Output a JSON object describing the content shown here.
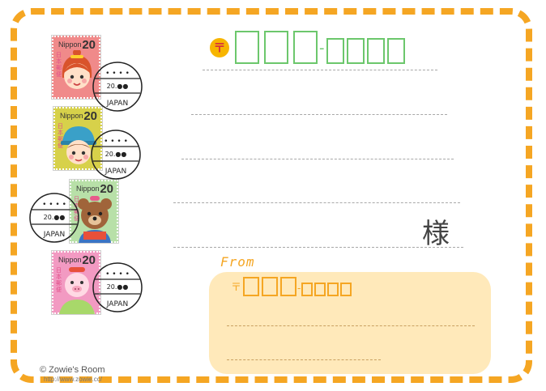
{
  "postmark_mark": "〒",
  "stamps": [
    {
      "nippon": "Nippon",
      "value": "20",
      "vertical": "日本郵便",
      "bg": "#f08a8a"
    },
    {
      "nippon": "Nippon",
      "value": "20",
      "vertical": "日本郵便",
      "bg": "#d7d14a"
    },
    {
      "nippon": "Nippon",
      "value": "20",
      "vertical": "日本郵便",
      "bg": "#b8e0a8"
    },
    {
      "nippon": "Nippon",
      "value": "20",
      "vertical": "日本郵便",
      "bg": "#f29ac2"
    }
  ],
  "postmark": {
    "date": "20.●●",
    "country": "JAPAN"
  },
  "recipient_suffix": "様",
  "from_label": "From",
  "sender_mark": "〒",
  "zip_separator": "-",
  "credit": {
    "name": "© Zowie's Room",
    "url": "http://www.zowie.cc/"
  },
  "colors": {
    "frame": "#f5a623",
    "zip_green": "#6cc76c",
    "sender_bg": "#ffe9ba"
  }
}
